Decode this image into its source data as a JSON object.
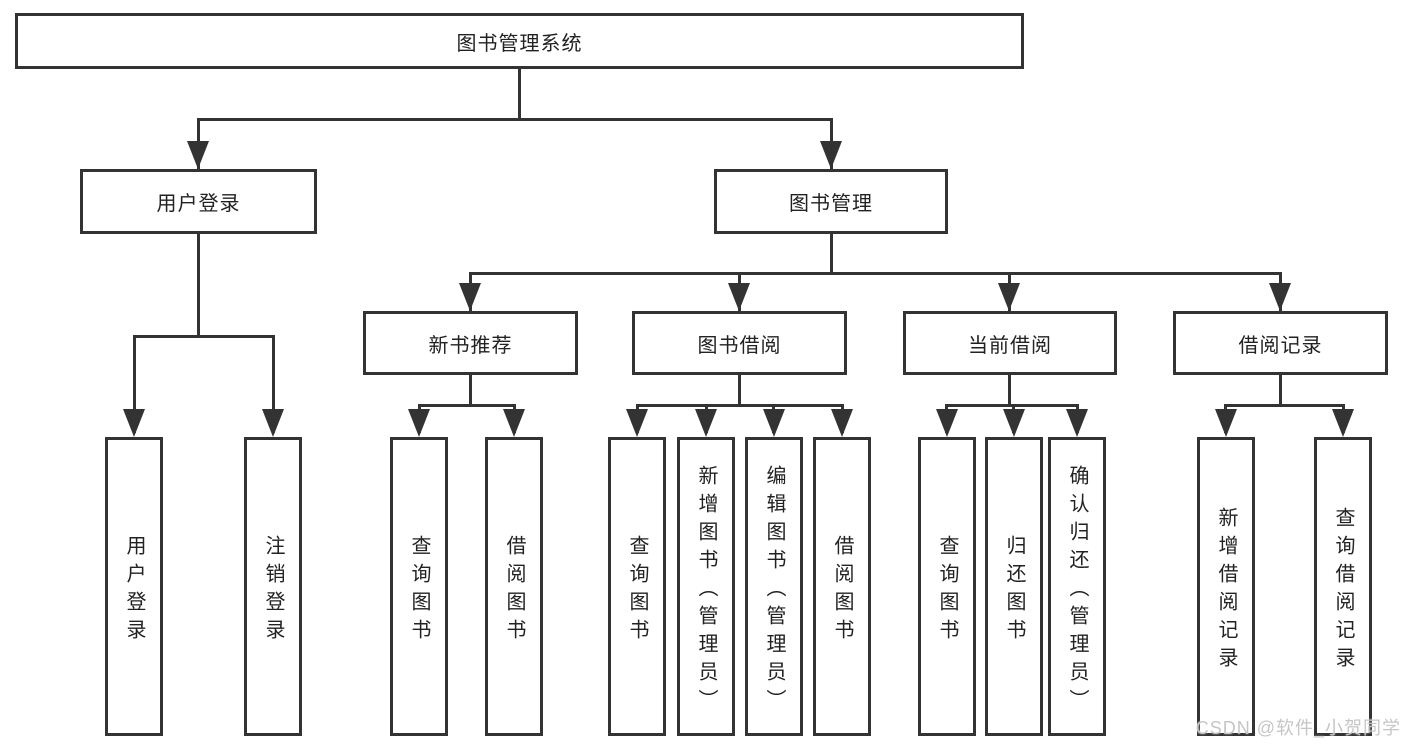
{
  "diagram": {
    "root": "图书管理系统",
    "branches": [
      {
        "label": "用户登录",
        "children": [
          "用户登录",
          "注销登录"
        ]
      },
      {
        "label": "图书管理",
        "children": [
          {
            "label": "新书推荐",
            "children": [
              "查询图书",
              "借阅图书"
            ]
          },
          {
            "label": "图书借阅",
            "children": [
              "查询图书",
              "新增图书（管理员）",
              "编辑图书（管理员）",
              "借阅图书"
            ]
          },
          {
            "label": "当前借阅",
            "children": [
              "查询图书",
              "归还图书",
              "确认归还（管理员）"
            ]
          },
          {
            "label": "借阅记录",
            "children": [
              "新增借阅记录",
              "查询借阅记录"
            ]
          }
        ]
      }
    ]
  },
  "watermark": "CSDN @软件_小贺同学",
  "colors": {
    "line": "#333333",
    "text": "#222222",
    "watermark": "#c6c6c6",
    "bg": "#ffffff"
  }
}
